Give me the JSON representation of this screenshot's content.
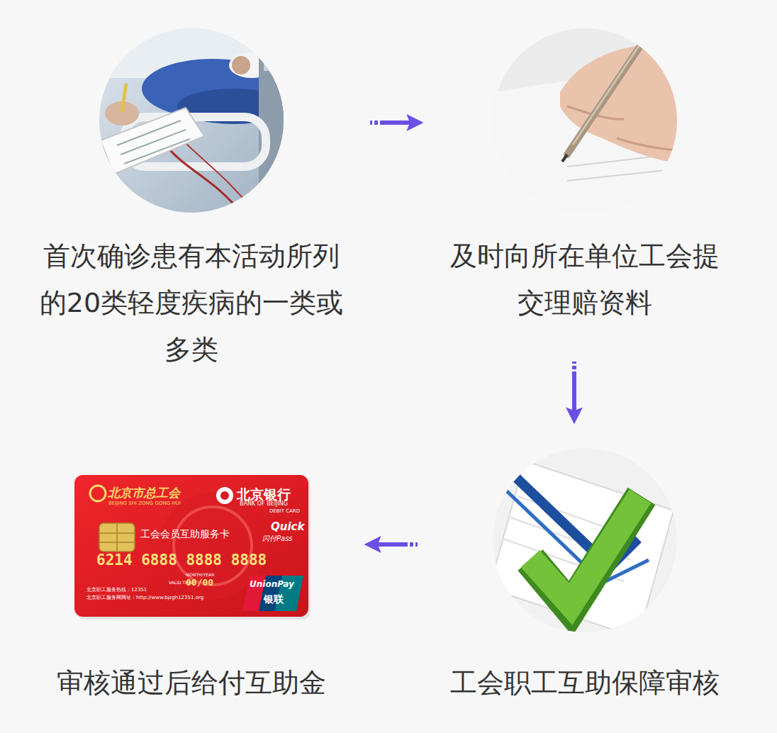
{
  "diagram": {
    "nodes": [
      {
        "text": [
          "首次确诊患有本活动所列的20类轻度疾病的一类或多类"
        ]
      },
      {
        "text": [
          "及时向所在单位工会提交理赔资料"
        ]
      },
      {
        "text": [
          "审核通过后给付互助金"
        ]
      },
      {
        "text": [
          "工会职工互助保障审核"
        ]
      }
    ],
    "edges": [
      {
        "from": 0,
        "to": 1,
        "arrow": "to"
      },
      {
        "from": 1,
        "to": 3,
        "arrow": "to"
      },
      {
        "from": 3,
        "to": 2,
        "arrow": "to"
      }
    ],
    "labels": [
      "北京市总工会",
      "BEIJING SHI ZONG GONG HUI",
      "北京银行",
      "BANK OF BEIJING",
      "DEBIT CARD",
      "工会会员互助服务卡",
      "Quick",
      "闪付Pass",
      "6214 6888 8888 8888",
      "MONTH/YEAR",
      "VALID THRU",
      "00/00",
      "北京职工服务热线：12351",
      "北京职工服务网网址：http://www.bjzgh12351.org",
      "UnionPay",
      "银联"
    ]
  }
}
